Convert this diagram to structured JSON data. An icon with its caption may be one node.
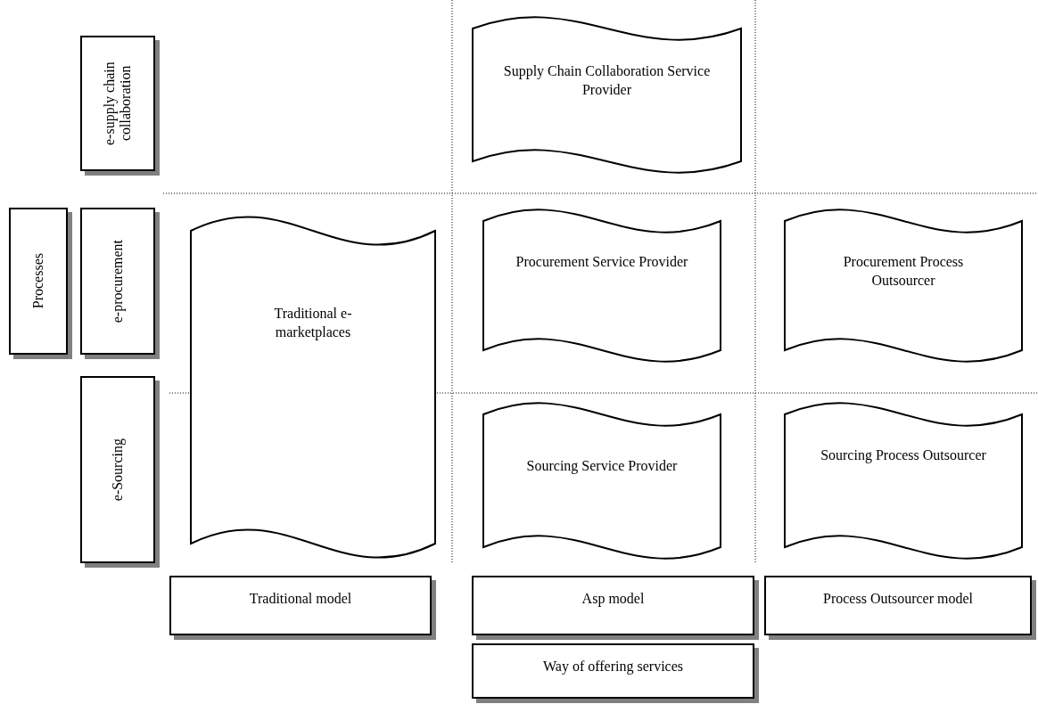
{
  "diagram": {
    "nodes": [
      {
        "text": [
          "Processes"
        ]
      },
      {
        "text": [
          "e-supply chain collaboration"
        ]
      },
      {
        "text": [
          "e-procurement"
        ]
      },
      {
        "text": [
          "e-Sourcing"
        ]
      },
      {
        "text": [
          "Traditional e-marketplaces"
        ]
      },
      {
        "text": [
          "Supply Chain Collaboration Service Provider"
        ]
      },
      {
        "text": [
          "Procurement Service Provider"
        ]
      },
      {
        "text": [
          "Procurement Process Outsourcer"
        ]
      },
      {
        "text": [
          "Sourcing Service Provider"
        ]
      },
      {
        "text": [
          "Sourcing Process Outsourcer"
        ]
      },
      {
        "text": [
          "Traditional model"
        ]
      },
      {
        "text": [
          "Asp model"
        ]
      },
      {
        "text": [
          "Process Outsourcer model"
        ]
      },
      {
        "text": [
          "Way of offering services"
        ]
      }
    ]
  }
}
